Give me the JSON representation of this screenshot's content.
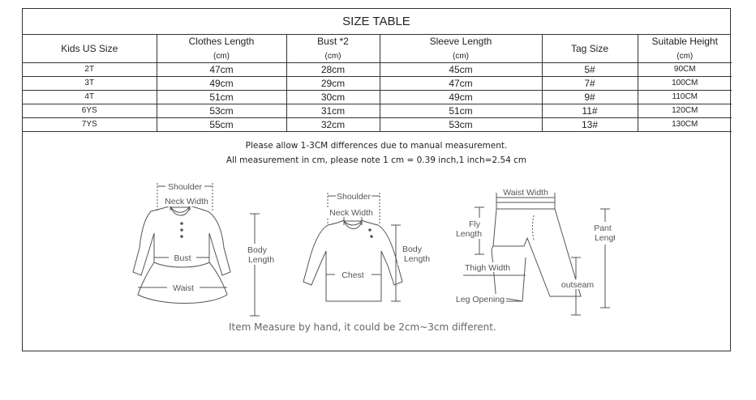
{
  "title": "SIZE TABLE",
  "headers": [
    {
      "label": "Kids US Size",
      "unit": ""
    },
    {
      "label": "Clothes Length",
      "unit": "(cm)"
    },
    {
      "label": "Bust *2",
      "unit": "(cm)"
    },
    {
      "label": "Sleeve Length",
      "unit": "(cm)"
    },
    {
      "label": "Tag Size",
      "unit": ""
    },
    {
      "label": "Suitable Height",
      "unit": "(cm)"
    }
  ],
  "rows": [
    [
      "2T",
      "47cm",
      "28cm",
      "45cm",
      "5#",
      "90CM"
    ],
    [
      "3T",
      "49cm",
      "29cm",
      "47cm",
      "7#",
      "100CM"
    ],
    [
      "4T",
      "51cm",
      "30cm",
      "49cm",
      "9#",
      "110CM"
    ],
    [
      "6YS",
      "53cm",
      "31cm",
      "51cm",
      "11#",
      "120CM"
    ],
    [
      "7YS",
      "55cm",
      "32cm",
      "53cm",
      "13#",
      "130CM"
    ]
  ],
  "notes": [
    "Please allow 1-3CM differences due to manual measurement.",
    "All measurement in cm, please note 1 cm = 0.39 inch,1 inch=2.54 cm"
  ],
  "diagram_labels": {
    "dress": {
      "shoulder": "Shoulder",
      "neck": "Neck Width",
      "bust": "Bust",
      "waist": "Waist",
      "body_length_1": "Body",
      "body_length_2": "Length"
    },
    "shirt": {
      "shoulder": "Shoulder",
      "neck": "Neck Width",
      "chest": "Chest",
      "body_length_1": "Body",
      "body_length_2": "Length"
    },
    "pants": {
      "waist": "Waist Width",
      "fly_1": "Fly",
      "fly_2": "Length",
      "thigh": "Thigh Width",
      "leg": "Leg Opening",
      "outseam": "outseam",
      "pant_1": "Pant",
      "pant_2": "Length"
    }
  },
  "footnote": "Item Measure by hand, it could be 2cm~3cm different."
}
